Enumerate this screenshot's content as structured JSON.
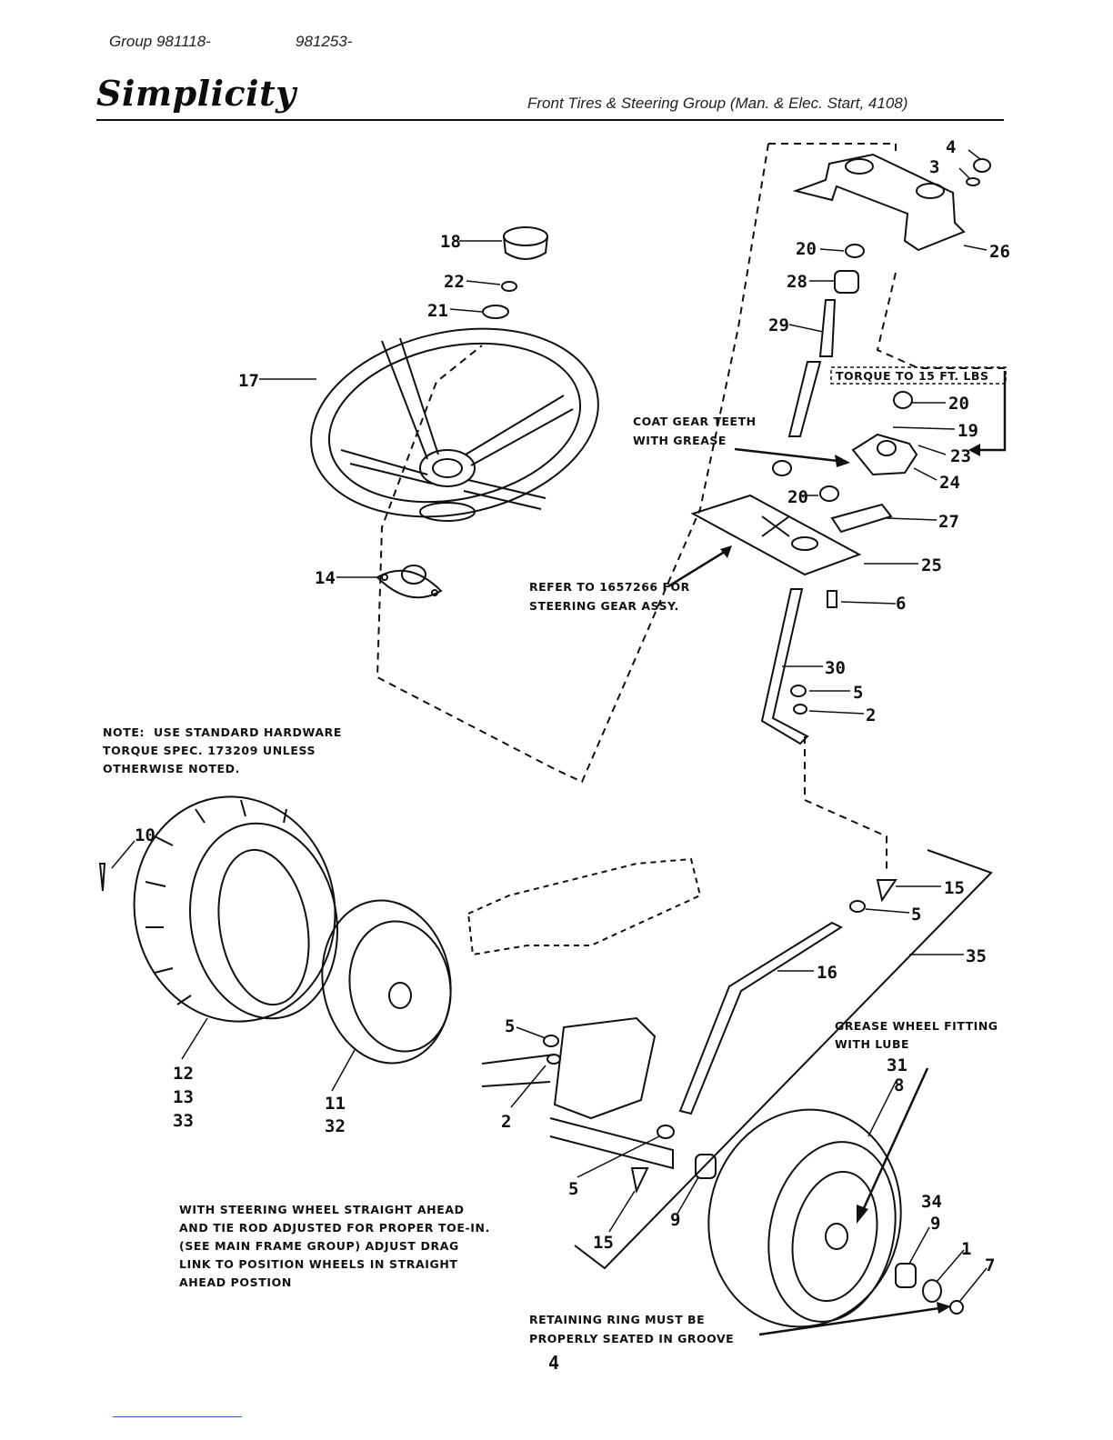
{
  "header": {
    "group_a": "Group 981118-",
    "group_b": "981253-",
    "brand": "Simplicity",
    "title": "Front Tires & Steering Group (Man. & Elec. Start, 4108)"
  },
  "parts": [
    "4",
    "3",
    "26",
    "20",
    "28",
    "29",
    "18",
    "22",
    "21",
    "17",
    "14",
    "20",
    "19",
    "23",
    "24",
    "20",
    "27",
    "25",
    "6",
    "30",
    "5",
    "2",
    "10",
    "15",
    "5",
    "35",
    "16",
    "5",
    "12",
    "13",
    "33",
    "11",
    "32",
    "2",
    "5",
    "15",
    "9",
    "31",
    "8",
    "34",
    "9",
    "1",
    "7"
  ],
  "callouts": {
    "torque": "TORQUE TO 15 FT. LBS",
    "grease_line1": "COAT GEAR TEETH",
    "grease_line2": "WITH GREASE",
    "refer_line1": "REFER TO 1657266 FOR",
    "refer_line2": "STEERING GEAR ASSY.",
    "grease_wheel_line1": "GREASE WHEEL FITTING",
    "grease_wheel_line2": "WITH LUBE",
    "ring_line1": "RETAINING RING MUST BE",
    "ring_line2": "PROPERLY SEATED IN GROOVE"
  },
  "notes": {
    "hardware": "NOTE:  USE STANDARD HARDWARE\nTORQUE SPEC. 173209 UNLESS\nOTHERWISE NOTED.",
    "alignment": "WITH STEERING WHEEL STRAIGHT AHEAD\nAND TIE ROD ADJUSTED FOR PROPER TOE-IN.\n(SEE MAIN FRAME GROUP) ADJUST DRAG\nLINK TO POSITION WHEELS IN STRAIGHT\nAHEAD POSTION"
  },
  "footer": {
    "page": "4"
  }
}
